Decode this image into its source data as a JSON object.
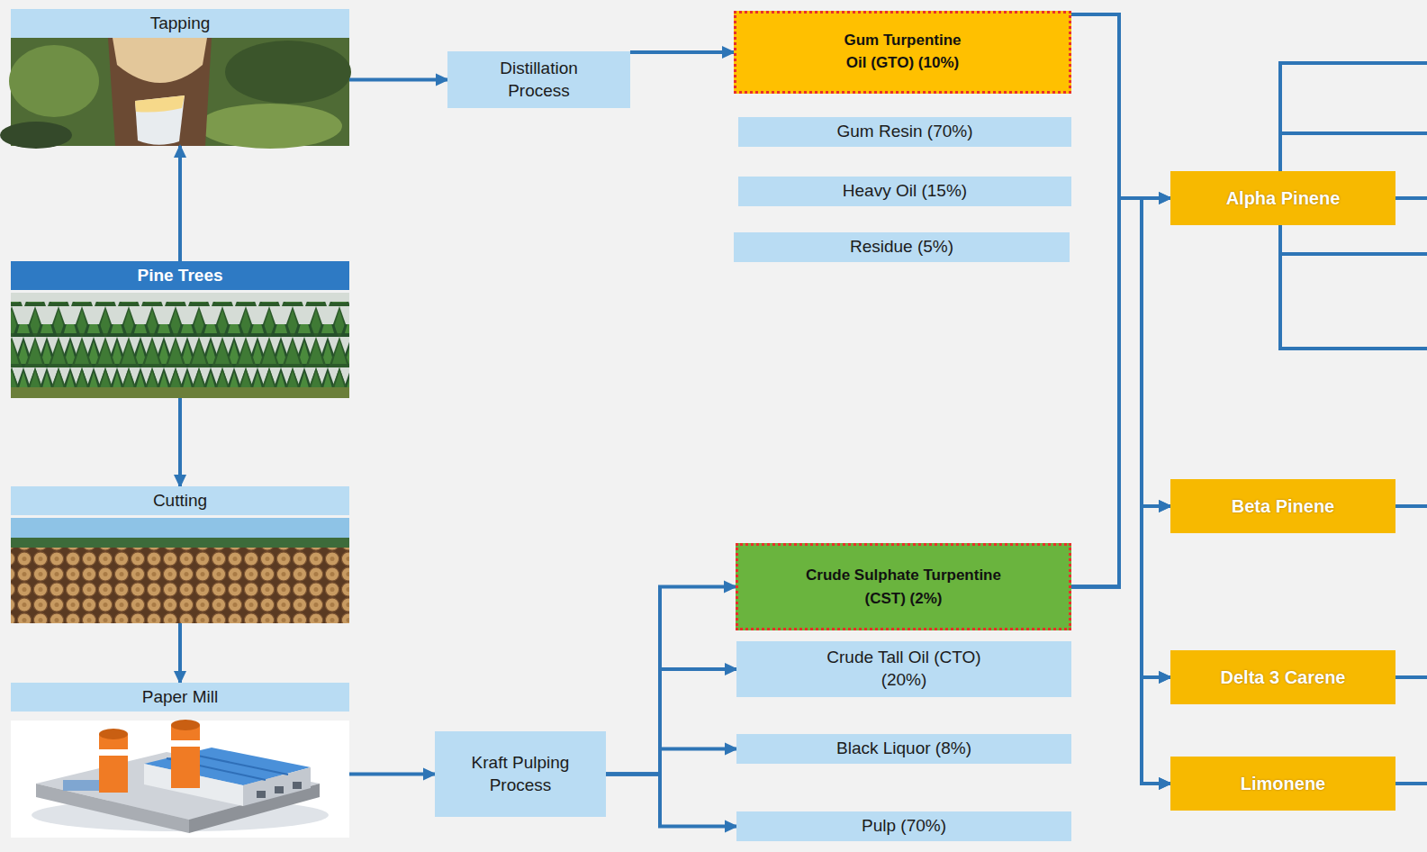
{
  "diagram": {
    "nodes": [
      {
        "text": [
          "Tapping"
        ]
      },
      {
        "text": [
          "Distillation Process"
        ]
      },
      {
        "text": [
          "Gum Turpentine Oil (GTO) (10%)"
        ]
      },
      {
        "text": [
          "Gum Resin (70%)"
        ]
      },
      {
        "text": [
          "Heavy Oil (15%)"
        ]
      },
      {
        "text": [
          "Residue (5%)"
        ]
      },
      {
        "text": [
          "Alpha Pinene"
        ]
      },
      {
        "text": [
          "Pine Trees"
        ]
      },
      {
        "text": [
          "Cutting"
        ]
      },
      {
        "text": [
          "Paper Mill"
        ]
      },
      {
        "text": [
          "Kraft Pulping Process"
        ]
      },
      {
        "text": [
          "Crude Sulphate Turpentine (CST) (2%)"
        ]
      },
      {
        "text": [
          "Crude Tall Oil (CTO) (20%)"
        ]
      },
      {
        "text": [
          "Black Liquor (8%)"
        ]
      },
      {
        "text": [
          "Pulp (70%)"
        ]
      },
      {
        "text": [
          "Beta Pinene"
        ]
      },
      {
        "text": [
          "Delta 3 Carene"
        ]
      },
      {
        "text": [
          "Limonene"
        ]
      }
    ],
    "edges": [
      {
        "from": 7,
        "to": 0,
        "arrow": "to"
      },
      {
        "from": 7,
        "to": 8,
        "arrow": "to"
      },
      {
        "from": 8,
        "to": 9,
        "arrow": "to"
      },
      {
        "from": 0,
        "to": 1,
        "arrow": "to"
      },
      {
        "from": 1,
        "to": 2,
        "arrow": "to"
      },
      {
        "from": 9,
        "to": 10,
        "arrow": "to"
      },
      {
        "from": 10,
        "to": 11,
        "arrow": "to"
      },
      {
        "from": 10,
        "to": 12,
        "arrow": "to"
      },
      {
        "from": 10,
        "to": 13,
        "arrow": "to"
      },
      {
        "from": 10,
        "to": 14,
        "arrow": "to"
      },
      {
        "from": 2,
        "to": 6,
        "arrow": "to"
      },
      {
        "from": 2,
        "to": 15,
        "arrow": "to"
      },
      {
        "from": 2,
        "to": 16,
        "arrow": "to"
      },
      {
        "from": 2,
        "to": 17,
        "arrow": "to"
      },
      {
        "from": 11,
        "to": 6,
        "arrow": "to"
      },
      {
        "from": 11,
        "to": 15,
        "arrow": "to"
      },
      {
        "from": 11,
        "to": 16,
        "arrow": "to"
      },
      {
        "from": 11,
        "to": 17,
        "arrow": "to"
      }
    ]
  }
}
